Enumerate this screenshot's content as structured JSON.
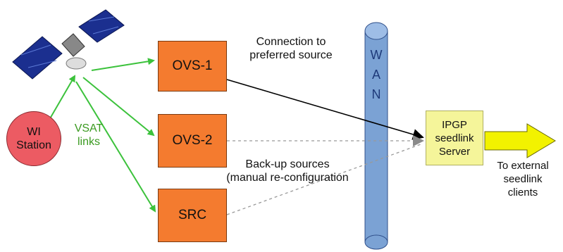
{
  "diagram": {
    "station": {
      "line1": "WI",
      "line2": "Station"
    },
    "vsat_label": {
      "line1": "VSAT",
      "line2": "links"
    },
    "boxes": {
      "ovs1": "OVS-1",
      "ovs2": "OVS-2",
      "src": "SRC"
    },
    "connection_label": {
      "line1": "Connection to",
      "line2": "preferred source"
    },
    "backup_label": {
      "line1": "Back-up sources",
      "line2": "(manual re-configuration"
    },
    "wan_letters": [
      "W",
      "A",
      "N"
    ],
    "server": {
      "line1": "IPGP",
      "line2": "seedlink",
      "line3": "Server"
    },
    "external_label": {
      "line1": "To external",
      "line2": "seedlink",
      "line3": "clients"
    },
    "colors": {
      "box_fill": "#f47b2f",
      "station_fill": "#ec5b63",
      "wan_fill": "#7ba2d4",
      "server_fill": "#f5f59a",
      "arrow_yellow": "#f2f200",
      "green_link": "#3cc23c",
      "backup_dash": "#999999"
    }
  }
}
